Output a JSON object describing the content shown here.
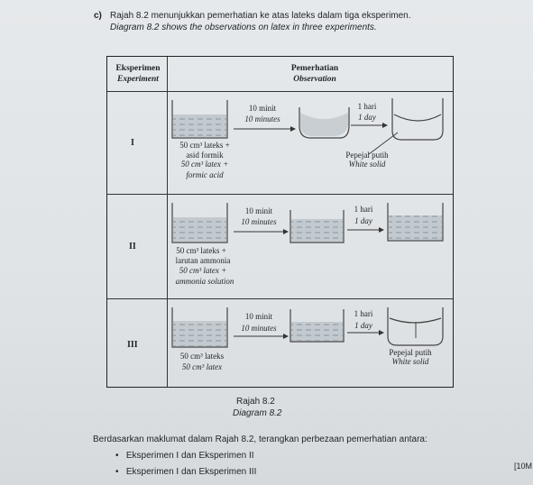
{
  "question": {
    "label": "c)",
    "malay": "Rajah 8.2 menunjukkan pemerhatian ke atas lateks dalam tiga eksperimen.",
    "english": "Diagram 8.2 shows the observations on latex in three experiments."
  },
  "table": {
    "col1_header_malay": "Eksperimen",
    "col1_header_english": "Experiment",
    "col2_header_malay": "Pemerhatian",
    "col2_header_english": "Observation",
    "rows": [
      {
        "id": "I",
        "time_malay": "10 minit",
        "time_english": "10 minutes",
        "day_malay": "1 hari",
        "day_english": "1 day",
        "sample_malay_1": "50 cm³ lateks +",
        "sample_malay_2": "asid formik",
        "sample_english_1": "50 cm³ latex +",
        "sample_english_2": "formic acid",
        "result_malay": "Pepejal putih",
        "result_english": "White solid"
      },
      {
        "id": "II",
        "time_malay": "10 minit",
        "time_english": "10 minutes",
        "day_malay": "1 hari",
        "day_english": "1 day",
        "sample_malay_1": "50 cm³ lateks +",
        "sample_malay_2": "larutan ammonia",
        "sample_english_1": "50 cm³ latex +",
        "sample_english_2": "ammonia solution"
      },
      {
        "id": "III",
        "time_malay": "10 minit",
        "time_english": "10 minutes",
        "day_malay": "1 hari",
        "day_english": "1 day",
        "sample_malay_1": "50 cm³ lateks",
        "sample_english_1": "50 cm³ latex",
        "result_malay": "Pepejal putih",
        "result_english": "White solid"
      }
    ]
  },
  "caption": {
    "malay": "Rajah 8.2",
    "english": "Diagram 8.2"
  },
  "task": {
    "prompt": "Berdasarkan maklumat dalam Rajah 8.2, terangkan perbezaan pemerhatian antara:",
    "bullets": [
      "Eksperimen I dan Eksperimen II",
      "Eksperimen I dan Eksperimen III"
    ],
    "marks": "[10M"
  }
}
